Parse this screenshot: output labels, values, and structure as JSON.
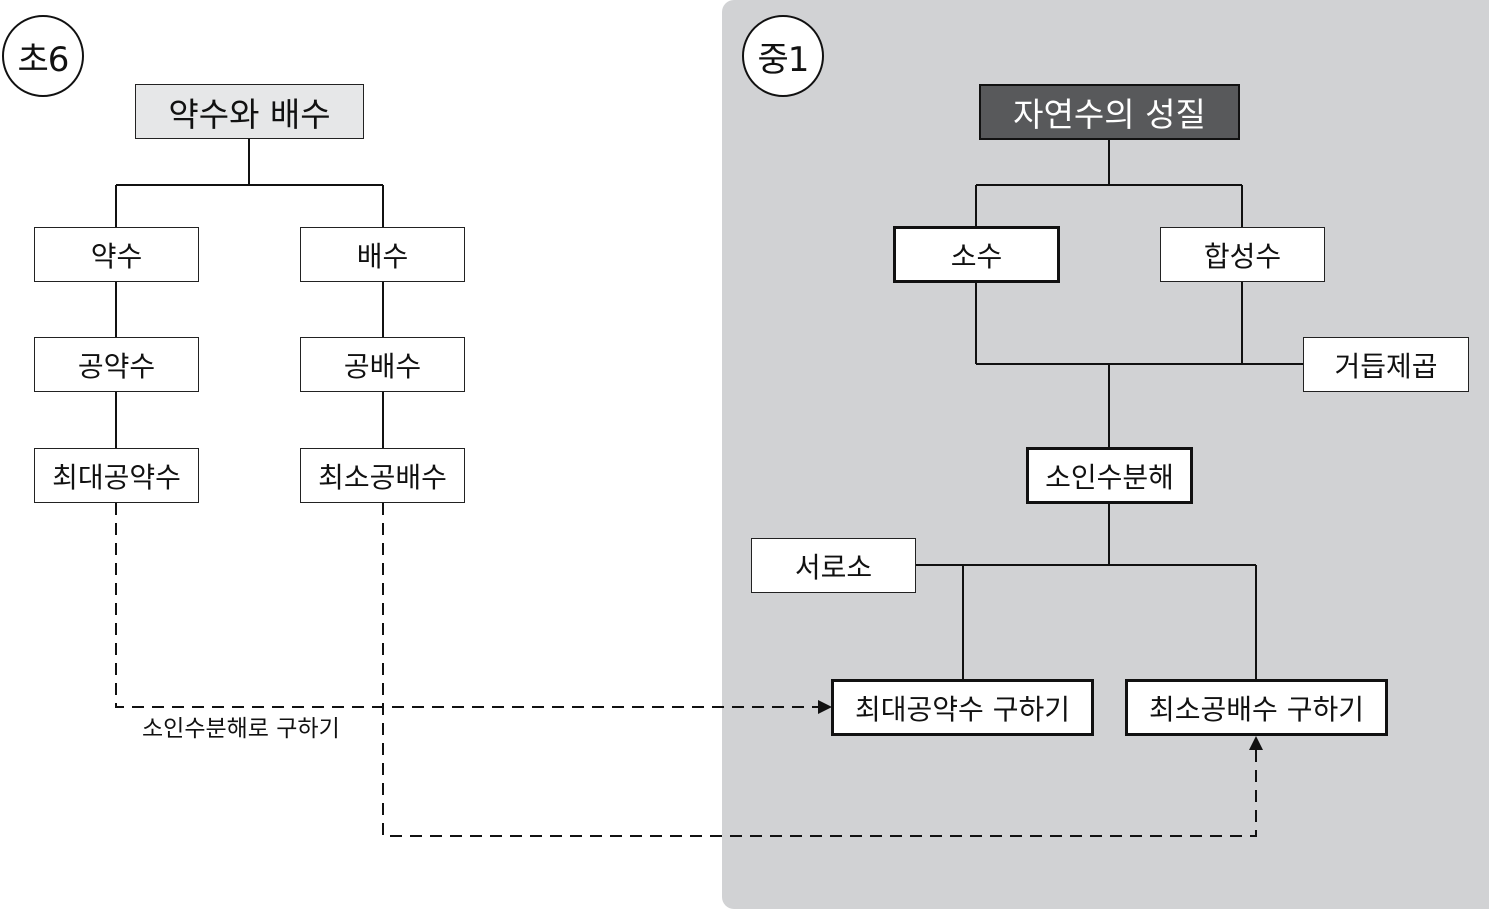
{
  "left": {
    "badge": "초6",
    "root": "약수와 배수",
    "col1": [
      "약수",
      "공약수",
      "최대공약수"
    ],
    "col2": [
      "배수",
      "공배수",
      "최소공배수"
    ],
    "link_note": "소인수분해로 구하기"
  },
  "right": {
    "badge": "중1",
    "root": "자연수의 성질",
    "prime": "소수",
    "composite": "합성수",
    "power": "거듭제곱",
    "factorization": "소인수분해",
    "coprime": "서로소",
    "gcd_method": "최대공약수 구하기",
    "lcm_method": "최소공배수 구하기"
  }
}
